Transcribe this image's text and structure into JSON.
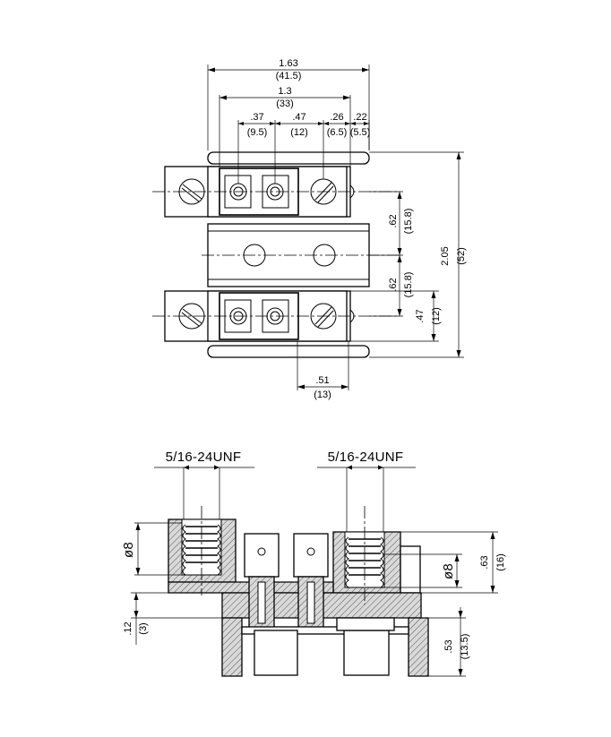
{
  "dimensions": {
    "overall_width_in": "1.63",
    "overall_width_mm": "(41.5)",
    "inner_width_in": "1.3",
    "inner_width_mm": "(33)",
    "pitch_a_in": ".37",
    "pitch_a_mm": "(9.5)",
    "pitch_b_in": ".47",
    "pitch_b_mm": "(12)",
    "pitch_c_in": ".26",
    "pitch_c_mm": "(6.5)",
    "pitch_d_in": ".22",
    "pitch_d_mm": "(5.5)",
    "upper_offset_in": ".62",
    "upper_offset_mm": "(15.8)",
    "lower_offset_in": ".62",
    "lower_offset_mm": "(15.8)",
    "terminal_height_in": ".47",
    "terminal_height_mm": "(12)",
    "overall_height_in": "2.05",
    "overall_height_mm": "(52)",
    "screw_spacing_in": ".51",
    "screw_spacing_mm": "(13)",
    "thread_left": "5/16-24UNF",
    "thread_right": "5/16-24UNF",
    "bore_left": "ø8",
    "bore_right": "ø8",
    "side_height_in": ".63",
    "side_height_mm": "(16)",
    "base_offset_in": ".12",
    "base_offset_mm": "(3)",
    "lower_height_in": ".53",
    "lower_height_mm": "(13.5)"
  }
}
